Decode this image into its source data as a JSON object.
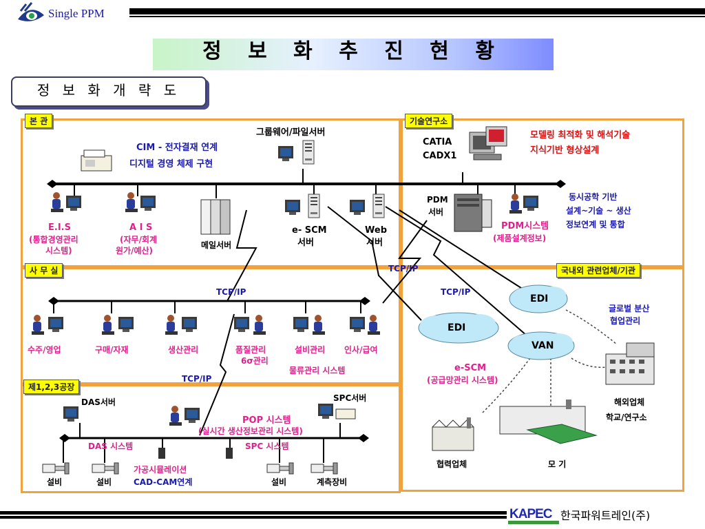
{
  "header": {
    "brand": "Single PPM",
    "title": "정 보 화 추 진 현 황",
    "subtitle": "정 보 화 개 략 도"
  },
  "regions": {
    "hq": "본  관",
    "office": "사 무 실",
    "factory": "제1,2,3공장",
    "research": "기술연구소",
    "external": "국내외 관련업체/기관"
  },
  "hq": {
    "group_server": "그룹웨어/파일서버",
    "cim_line1": "CIM - 전자결재 연계",
    "cim_line2": "디지털 경영 체제 구현",
    "eis": "E.I.S",
    "eis_desc1": "(통합경영관리",
    "eis_desc2": "시스템)",
    "ais": "A I S",
    "ais_desc1": "(자무/회계",
    "ais_desc2": "원가/예산)",
    "mail_server": "메일서버",
    "escm_server1": "e- SCM",
    "escm_server2": "서버",
    "web_server1": "Web",
    "web_server2": "서버"
  },
  "research": {
    "catia": "CATIA",
    "cadx": "CADX1",
    "modeling1": "모델링 최적화 및 해석기술",
    "modeling2": "지식기반 형상설계",
    "pdm1": "PDM",
    "pdm2": "서버",
    "pdm_sys1": "PDM시스템",
    "pdm_sys2": "(제품설계정보)",
    "concurrent1": "동시공학 기반",
    "concurrent2": "설계~기술 ~ 생산",
    "concurrent3": "정보연계 및 통합"
  },
  "office": {
    "tcpip": "TCP/IP",
    "sales": "수주/영업",
    "purchase": "구매/자재",
    "production": "생산관리",
    "quality1": "품질관리",
    "quality2": "6σ관리",
    "equipment": "설비관리",
    "hr": "인사/급여",
    "logistics": "물류관리 시스템"
  },
  "factory": {
    "das_server": "DAS서버",
    "spc_server": "SPC서버",
    "pop1": "POP 시스템",
    "pop2": "(실시간 생산정보관리 시스템)",
    "das_sys": "DAS 시스템",
    "spc_sys": "SPC 시스템",
    "equip1": "설비",
    "equip2": "설비",
    "equip3": "설비",
    "measure": "계측장비",
    "mold1": "가공시뮬레이션",
    "mold2": "CAD-CAM연계",
    "tcpip": "TCP/IP"
  },
  "external": {
    "tcpip1": "TCP/IP",
    "tcpip2": "TCP/IP",
    "edi1": "EDI",
    "edi2": "EDI",
    "van": "VAN",
    "global1": "글로벌 분산",
    "global2": "협업관리",
    "escm1": "e-SCM",
    "escm2": "(공급망관리 시스템)",
    "partners": "협력업체",
    "parent": "모 기",
    "overseas1": "해외업체",
    "overseas2": "학교/연구소"
  },
  "footer": {
    "logo": "KAPEC",
    "company": "한국파워트레인(주)"
  },
  "colors": {
    "region_border": "#f2a23a",
    "tag_bg": "#ffff00",
    "blue_text": "#1a1ab0",
    "pink_text": "#e0208c",
    "cloud": "#bfe8f8"
  }
}
